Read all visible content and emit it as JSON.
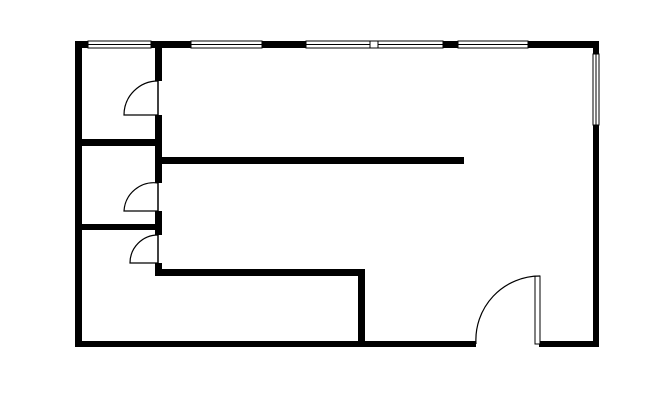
{
  "plan": {
    "colors": {
      "wall": "#000000",
      "background": "#ffffff",
      "window_frame": "#000000",
      "door_leaf": "#000000"
    },
    "elements": {
      "rooms": [
        "closet-top",
        "closet-middle",
        "closet-bottom",
        "main-room"
      ],
      "doors": [
        "door-closet-top",
        "door-closet-middle",
        "door-closet-bottom",
        "door-entrance"
      ],
      "windows": [
        "window-top-1",
        "window-top-2",
        "window-top-3a",
        "window-top-3b",
        "window-top-4",
        "window-right"
      ]
    }
  }
}
